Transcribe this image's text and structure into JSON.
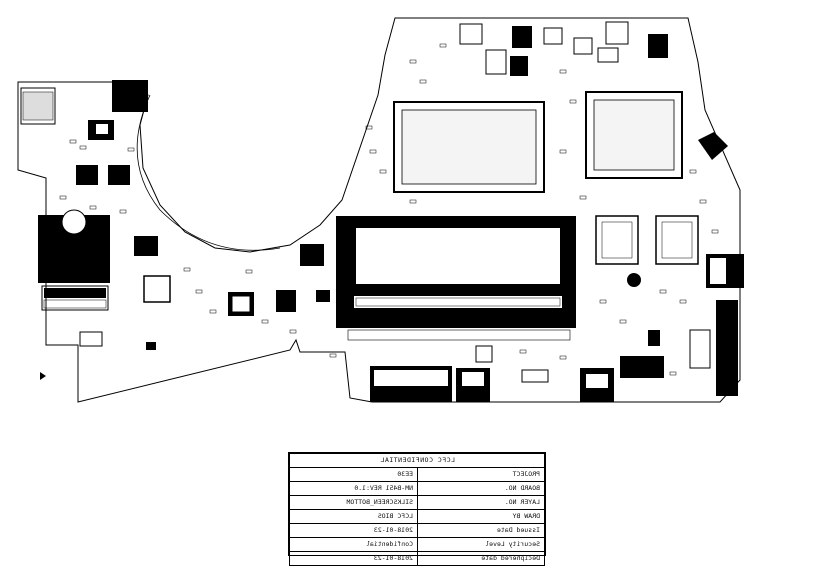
{
  "figure": "pcb-silkscreen-layout",
  "flip": "horizontal",
  "title_block": {
    "header": "LCFC CONFIDENTIAL",
    "rows": [
      {
        "label": "PROJECT",
        "value": "EE30"
      },
      {
        "label": "BOARD NO.",
        "value": "NM-B451 REV:1.0"
      },
      {
        "label": "LAYER NO.",
        "value": "SILKSCREEN_BOTTOM"
      },
      {
        "label": "DRAW BY",
        "value": "LCFC BIOS"
      },
      {
        "label": "Issued Date",
        "value": "2018-01-23"
      },
      {
        "label": "Security Level",
        "value": "Confidential"
      },
      {
        "label": "Deciphered date",
        "value": "2018-01-23"
      }
    ]
  },
  "colors": {
    "ink": "#000000",
    "paper": "#ffffff"
  }
}
